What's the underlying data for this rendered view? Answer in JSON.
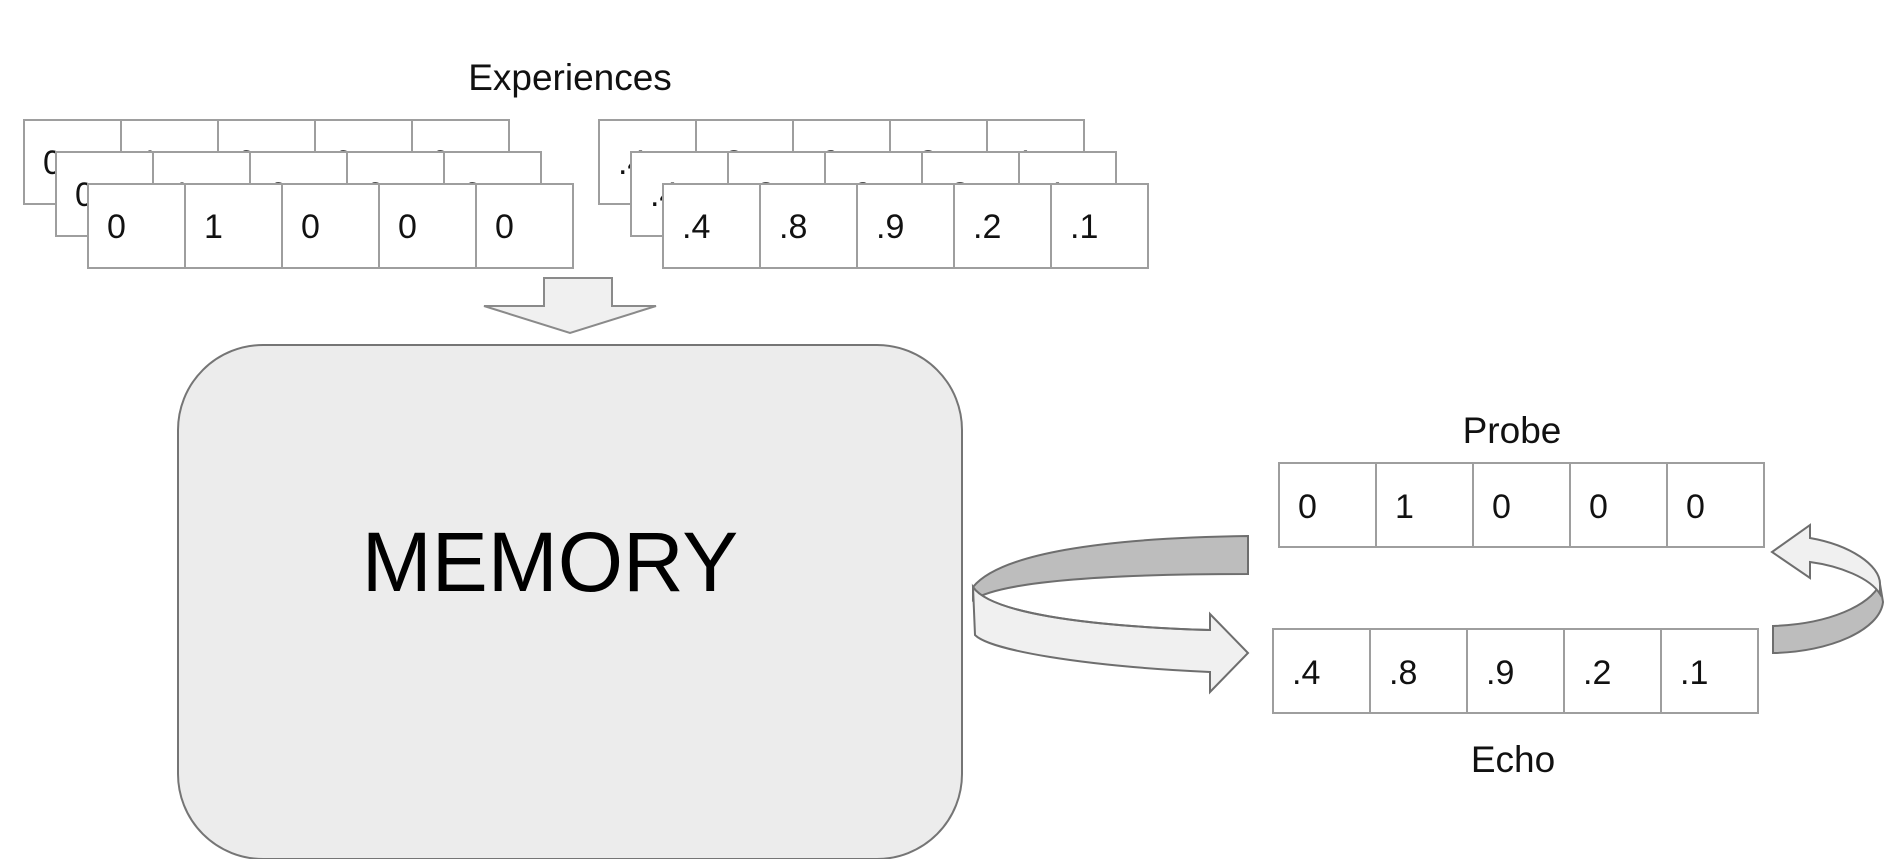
{
  "experiences_label": "Experiences",
  "memory_label": "MEMORY",
  "probe_label": "Probe",
  "echo_label": "Echo",
  "experiences_binary": [
    [
      "0",
      "1",
      "0",
      "0",
      "0"
    ],
    [
      "0",
      "1",
      "0",
      "0",
      "0"
    ],
    [
      "0",
      "1",
      "0",
      "0",
      "0"
    ]
  ],
  "experiences_continuous": [
    [
      ".4",
      ".8",
      ".9",
      ".2",
      ".1"
    ],
    [
      ".4",
      ".8",
      ".9",
      ".2",
      ".1"
    ],
    [
      ".4",
      ".8",
      ".9",
      ".2",
      ".1"
    ]
  ],
  "probe": [
    "0",
    "1",
    "0",
    "0",
    "0"
  ],
  "echo": [
    ".4",
    ".8",
    ".9",
    ".2",
    ".1"
  ],
  "colors": {
    "memory_fill": "#ececec",
    "arrow_dark": "#bdbdbd",
    "arrow_light": "#f0f0f0",
    "cell_border": "#9e9e9e"
  }
}
